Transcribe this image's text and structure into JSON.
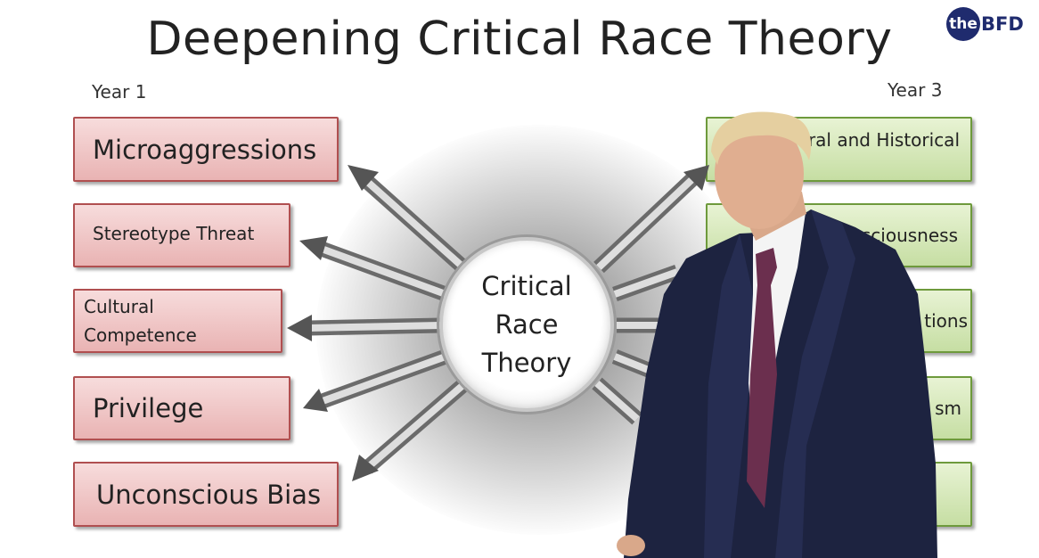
{
  "title": "Deepening Critical Race Theory",
  "year_left": "Year 1",
  "year_right": "Year 3",
  "center_lines": [
    "Critical",
    "Race",
    "Theory"
  ],
  "left_boxes": [
    "Microaggressions",
    "Stereotype Threat",
    "Cultural\nCompetence",
    "Privilege",
    "Unconscious Bias"
  ],
  "right_boxes": [
    "ral and Historical",
    "sciousness",
    "tions",
    "sm",
    ""
  ],
  "logo": {
    "prefix": "the",
    "suffix": "BFD"
  },
  "colors": {
    "left_box_border": "#b04f50",
    "right_box_border": "#6e9a3c",
    "logo": "#1f2b6e"
  }
}
